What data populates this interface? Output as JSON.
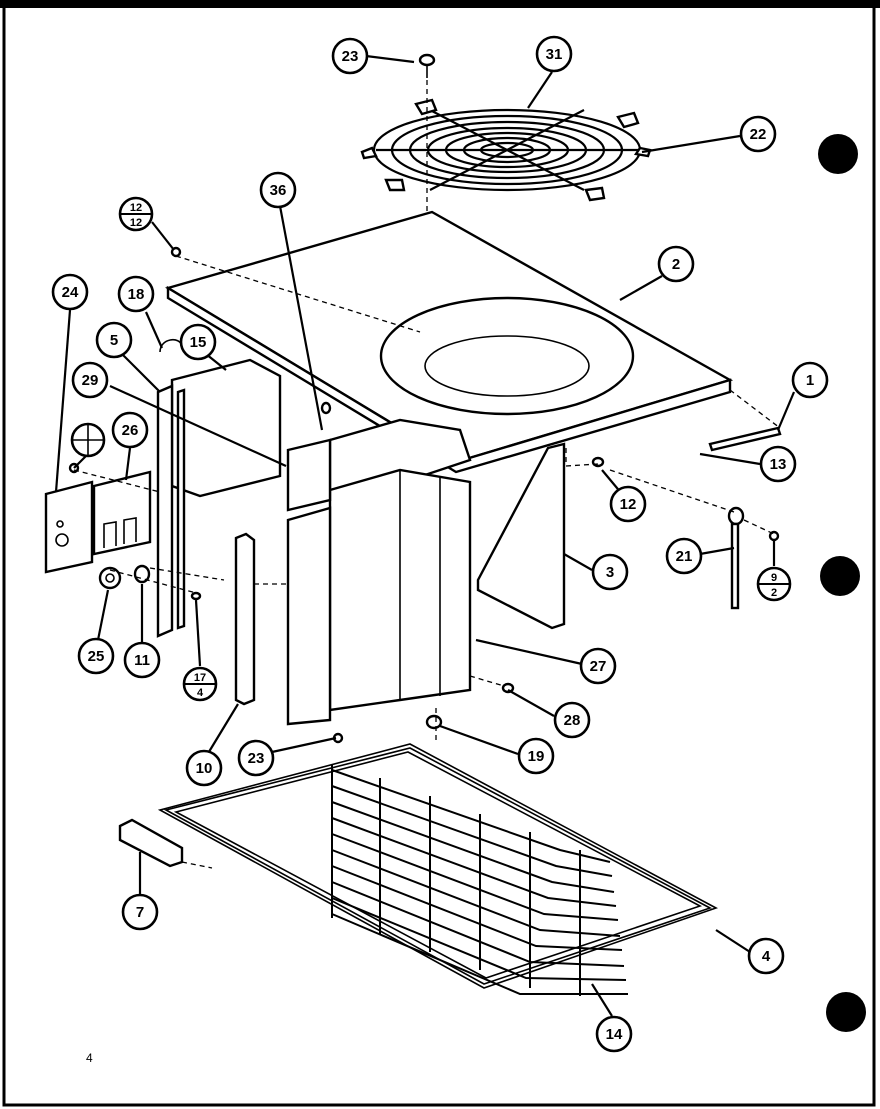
{
  "diagram": {
    "page_number": "4",
    "callouts": [
      {
        "key": "c23a",
        "label": "23",
        "name": "callout-23-screw-top"
      },
      {
        "key": "c31",
        "label": "31",
        "name": "callout-31-fan-guard"
      },
      {
        "key": "c22",
        "label": "22",
        "name": "callout-22-guard-clip"
      },
      {
        "key": "c36",
        "label": "36",
        "name": "callout-36"
      },
      {
        "key": "c2",
        "label": "2",
        "name": "callout-2-top-cover"
      },
      {
        "key": "c24",
        "label": "24",
        "name": "callout-24-control-box-cover"
      },
      {
        "key": "c18",
        "label": "18",
        "name": "callout-18"
      },
      {
        "key": "c5",
        "label": "5",
        "name": "callout-5"
      },
      {
        "key": "c15",
        "label": "15",
        "name": "callout-15"
      },
      {
        "key": "c29",
        "label": "29",
        "name": "callout-29"
      },
      {
        "key": "c26",
        "label": "26",
        "name": "callout-26"
      },
      {
        "key": "c1",
        "label": "1",
        "name": "callout-1-bracket"
      },
      {
        "key": "c13",
        "label": "13",
        "name": "callout-13"
      },
      {
        "key": "c12",
        "label": "12",
        "name": "callout-12"
      },
      {
        "key": "c21",
        "label": "21",
        "name": "callout-21"
      },
      {
        "key": "c3",
        "label": "3",
        "name": "callout-3-side-panel"
      },
      {
        "key": "c27",
        "label": "27",
        "name": "callout-27-center-panel"
      },
      {
        "key": "c25",
        "label": "25",
        "name": "callout-25-grommet"
      },
      {
        "key": "c11",
        "label": "11",
        "name": "callout-11"
      },
      {
        "key": "c28",
        "label": "28",
        "name": "callout-28"
      },
      {
        "key": "c19",
        "label": "19",
        "name": "callout-19"
      },
      {
        "key": "c10",
        "label": "10",
        "name": "callout-10"
      },
      {
        "key": "c23b",
        "label": "23",
        "name": "callout-23-screw-bottom"
      },
      {
        "key": "c7",
        "label": "7",
        "name": "callout-7-bracket"
      },
      {
        "key": "c4",
        "label": "4",
        "name": "callout-4-base-pan"
      },
      {
        "key": "c14",
        "label": "14",
        "name": "callout-14-coil"
      }
    ],
    "fraction_callouts": [
      {
        "key": "f1212",
        "top": "12",
        "bottom": "12",
        "name": "callout-12-over-12"
      },
      {
        "key": "f92",
        "top": "9",
        "bottom": "2",
        "name": "callout-9-over-2"
      },
      {
        "key": "f174",
        "top": "17",
        "bottom": "4",
        "name": "callout-17-over-4"
      }
    ]
  }
}
